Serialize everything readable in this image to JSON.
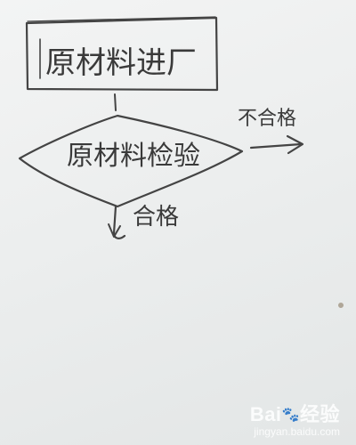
{
  "diagram": {
    "start_box_label": "原材料进厂",
    "decision_label": "原材料检验",
    "fail_label": "不合格",
    "pass_label": "合格"
  },
  "watermark": {
    "brand": "Bai",
    "paw": "du",
    "suffix": "经验",
    "url": "jingyan.baidu.com"
  },
  "colors": {
    "paper": "#eceeee",
    "ink": "#444444",
    "watermark": "#ffffff"
  }
}
